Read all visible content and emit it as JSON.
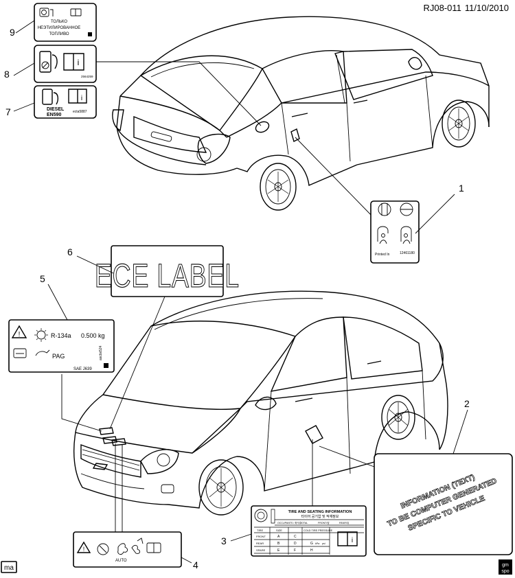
{
  "header": {
    "code": "RJ08-011",
    "date": "11/10/2010"
  },
  "callouts": [
    "1",
    "2",
    "3",
    "4",
    "5",
    "6",
    "7",
    "8",
    "9"
  ],
  "labels": {
    "label9": {
      "line1": "ТОЛЬКО",
      "line2": "НЕЭТИЛИРОВАННОЕ",
      "line3": "ТОПЛИВО"
    },
    "label8": {
      "code": "2564259"
    },
    "label7": {
      "line1": "DIESEL",
      "line2": "EN590",
      "code": "ecta5887"
    },
    "label1": {
      "printed": "Printed In",
      "code": "12461180"
    },
    "label6": {
      "text": "ECE LABEL"
    },
    "label5": {
      "refrigerant": "R-134a",
      "amount": "0.500 kg",
      "oil": "PAG",
      "standard": "SAE J639",
      "code": "ascbs524"
    },
    "label4": {
      "auto": "AUTO"
    },
    "label3": {
      "title": "TIRE AND SEATING INFORMATION",
      "subtitle": "타이어 공기압 및 적재정보",
      "occupants": "OCCUPANTS / 좌석수",
      "total": "TOTAL",
      "front": "FRONT/앞",
      "rear": "REAR/뒤",
      "tire": "TIRE",
      "size": "SIZE",
      "pressure": "COLD TIRE PRESSURE",
      "row_front": "FRONT",
      "row_rear": "REAR",
      "row_spare": "SPARE",
      "a": "A",
      "b": "B",
      "c": "C",
      "d": "D",
      "e": "E",
      "f": "F",
      "g": "G",
      "h": "H",
      "kpa": "kPa",
      "psi": "psi"
    },
    "label2": {
      "line1": "INFORMATION (TEXT)",
      "line2": "TO BE COMPUTER GENERATED",
      "line3": "SPECIFIC TO VEHICLE"
    }
  },
  "footer": {
    "left_tag": "ma",
    "right_tag1": "gm",
    "right_tag2": "spo"
  }
}
